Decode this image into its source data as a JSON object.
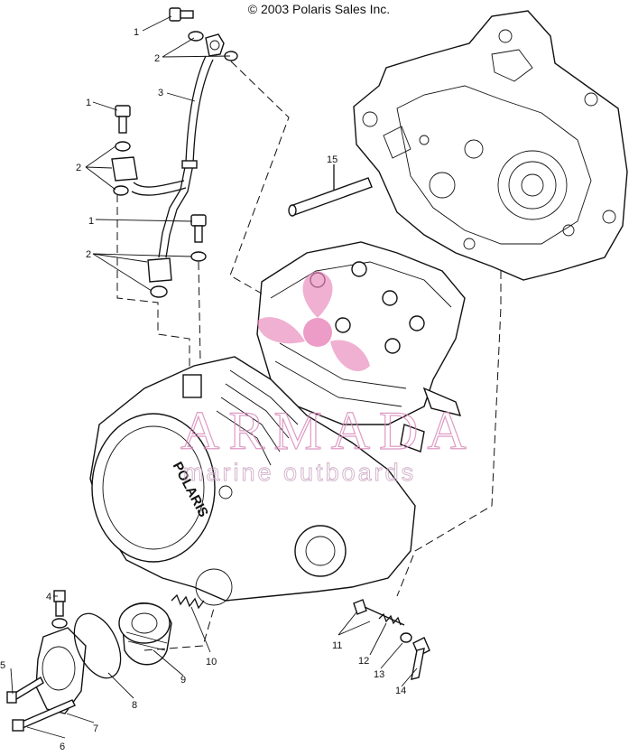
{
  "header": {
    "copyright": "© 2003 Polaris Sales Inc."
  },
  "watermark": {
    "brand": "ARMADA",
    "tagline": "marine outboards"
  },
  "engine": {
    "logo": "POLARIS"
  },
  "callouts": {
    "c1a": "1",
    "c2a": "2",
    "c3": "3",
    "c1b": "1",
    "c2b": "2",
    "c1c": "1",
    "c2c": "2",
    "c15": "15",
    "c4": "4",
    "c5": "5",
    "c6": "6",
    "c7": "7",
    "c8": "8",
    "c9": "9",
    "c10": "10",
    "c11": "11",
    "c12": "12",
    "c13": "13",
    "c14": "14"
  }
}
